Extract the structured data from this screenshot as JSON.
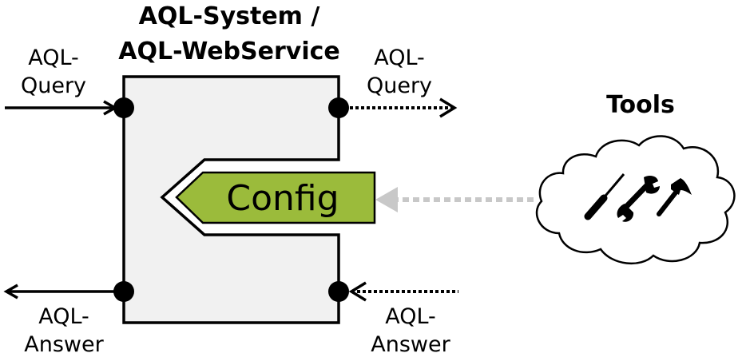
{
  "title": {
    "line1": "AQL-System /",
    "line2": "AQL-WebService"
  },
  "ports": {
    "query_in": {
      "line1": "AQL-",
      "line2": "Query"
    },
    "query_out": {
      "line1": "AQL-",
      "line2": "Query"
    },
    "answer_out": {
      "line1": "AQL-",
      "line2": "Answer"
    },
    "answer_in": {
      "line1": "AQL-",
      "line2": "Answer"
    }
  },
  "config": {
    "label": "Config"
  },
  "tools": {
    "label": "Tools",
    "icons": [
      "screwdriver-icon",
      "wrench-icon",
      "hammer-icon"
    ]
  },
  "colors": {
    "box_fill": "#f1f1f1",
    "config_fill": "#9bbb3b",
    "dotted_gray": "#c8c8c8",
    "line": "#000000"
  }
}
